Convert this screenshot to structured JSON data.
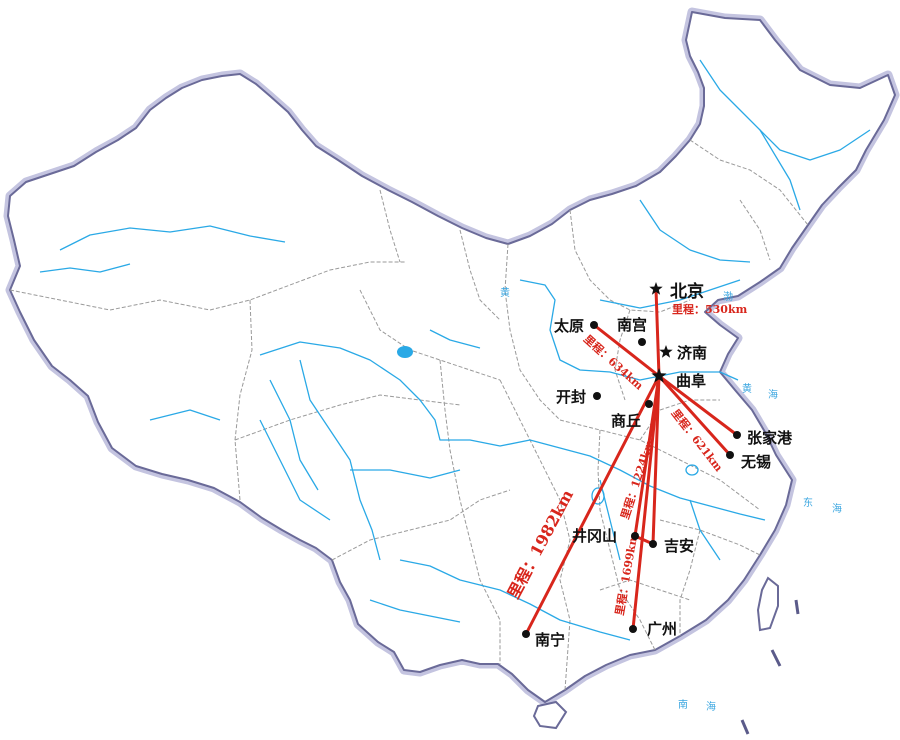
{
  "colors": {
    "route": "#d8261c",
    "river": "#2aa9e6",
    "province_border": "#9a9a9a",
    "national_border_halo": "#b9b9d9",
    "national_border": "#5b5b8a",
    "label": "#111111"
  },
  "map": {
    "origin": "曲阜",
    "cities": [
      {
        "id": "beijing",
        "name": "北京",
        "marker": "star"
      },
      {
        "id": "jinan",
        "name": "济南",
        "marker": "star"
      },
      {
        "id": "qufu",
        "name": "曲阜",
        "marker": "star"
      },
      {
        "id": "taiyuan",
        "name": "太原",
        "marker": "dot"
      },
      {
        "id": "nangong",
        "name": "南宫",
        "marker": "dot"
      },
      {
        "id": "kaifeng",
        "name": "开封",
        "marker": "dot"
      },
      {
        "id": "shangqiu",
        "name": "商丘",
        "marker": "dot"
      },
      {
        "id": "zhangjiagang",
        "name": "张家港",
        "marker": "dot"
      },
      {
        "id": "wuxi",
        "name": "无锡",
        "marker": "dot"
      },
      {
        "id": "jinggangshan",
        "name": "井冈山",
        "marker": "dot"
      },
      {
        "id": "jian",
        "name": "吉安",
        "marker": "dot"
      },
      {
        "id": "nanning",
        "name": "南宁",
        "marker": "dot"
      },
      {
        "id": "guangzhou",
        "name": "广州",
        "marker": "dot"
      }
    ],
    "distances": [
      {
        "id": "beijing",
        "label": "里程：530km"
      },
      {
        "id": "taiyuan",
        "label": "里程：634km"
      },
      {
        "id": "wuxi",
        "label": "里程：621km"
      },
      {
        "id": "jinggangshan",
        "label": "里程：1224km"
      },
      {
        "id": "nanning",
        "label": "里程：1982km"
      },
      {
        "id": "guangzhou",
        "label": "里程：1699km"
      }
    ],
    "sea_labels": [
      {
        "id": "huanghai-1",
        "text": "黄"
      },
      {
        "id": "huanghai-2",
        "text": "海"
      },
      {
        "id": "donghai-1",
        "text": "东"
      },
      {
        "id": "donghai-2",
        "text": "海"
      },
      {
        "id": "nanhai-1",
        "text": "南"
      },
      {
        "id": "nanhai-2",
        "text": "海"
      },
      {
        "id": "bohai",
        "text": "渤"
      },
      {
        "id": "huang-river",
        "text": "黄"
      }
    ]
  }
}
